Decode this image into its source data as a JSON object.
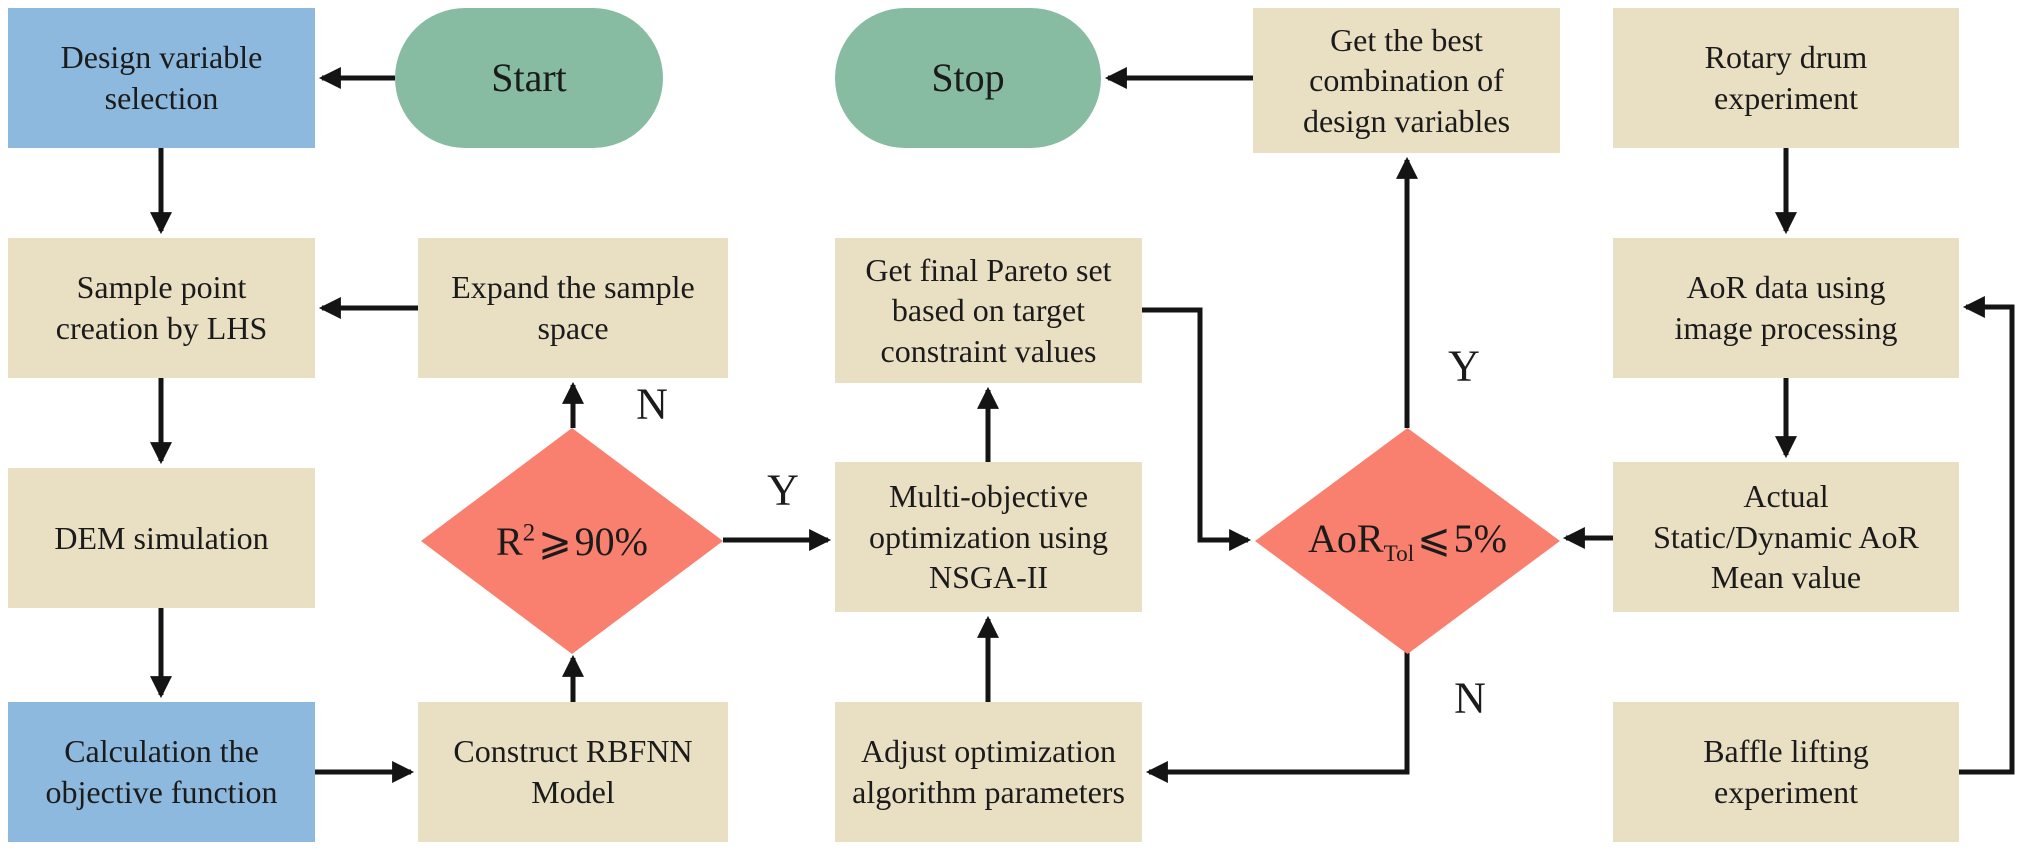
{
  "colors": {
    "process-fill": "#e9dfc3",
    "highlight-fill": "#8cb9dd",
    "terminal-fill": "#87bca3",
    "decision-fill": "#f9806e",
    "line": "#141414",
    "text": "#1b1b1b",
    "bg": "#ffffff"
  },
  "nodes": {
    "design_variable_selection": {
      "label": "Design variable\nselection"
    },
    "sample_point_creation": {
      "label": "Sample point\ncreation by LHS"
    },
    "dem_simulation": {
      "label": "DEM simulation"
    },
    "calculation_objective": {
      "label": "Calculation the\nobjective function"
    },
    "start": {
      "label": "Start"
    },
    "expand_sample_space": {
      "label": "Expand the sample\nspace"
    },
    "construct_rbfnn": {
      "label": "Construct RBFNN\nModel"
    },
    "stop": {
      "label": "Stop"
    },
    "final_pareto_set": {
      "label": "Get final Pareto set\nbased on target\nconstraint values"
    },
    "nsga_optimization": {
      "label": "Multi-objective\noptimization using\nNSGA-II"
    },
    "adjust_parameters": {
      "label": "Adjust optimization\nalgorithm parameters"
    },
    "best_combination": {
      "label": "Get the best\ncombination of\ndesign variables"
    },
    "rotary_drum": {
      "label": "Rotary drum\nexperiment"
    },
    "aor_image_processing": {
      "label": "AoR data using\nimage processing"
    },
    "actual_aor_mean": {
      "label": "Actual\nStatic/Dynamic AoR\nMean value"
    },
    "baffle_lifting": {
      "label": "Baffle lifting\nexperiment"
    }
  },
  "decisions": {
    "r2_check": {
      "base": "R",
      "sup": "2",
      "op": "⩾",
      "value": "90%"
    },
    "aor_check": {
      "base": "AoR",
      "sub": "Tol",
      "op": "⩽",
      "value": "5%"
    }
  },
  "branch_labels": {
    "r2_no": "N",
    "r2_yes": "Y",
    "aor_yes": "Y",
    "aor_no": "N"
  }
}
